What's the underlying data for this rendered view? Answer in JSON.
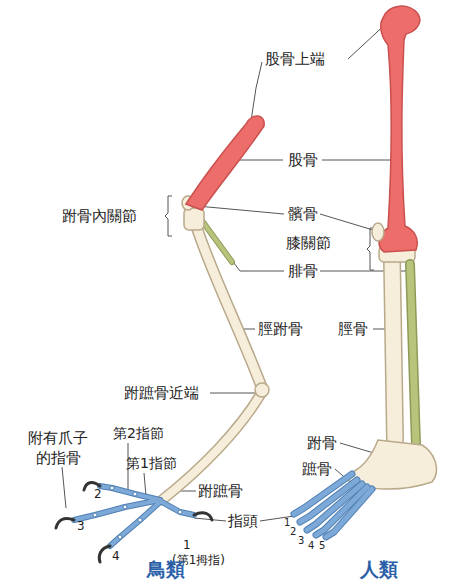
{
  "diagram": {
    "labels": [
      "股骨上端",
      "股骨",
      "跗骨內關節",
      "髕骨",
      "膝關節",
      "腓骨",
      "脛跗骨",
      "脛骨",
      "跗蹠骨近端",
      "附有爪子 的指骨",
      "第2指節",
      "第1指節",
      "跗骨",
      "蹠骨",
      "跗蹠骨",
      "指頭",
      "2",
      "3",
      "4",
      "1",
      "(第1拇指)",
      "1",
      "2",
      "3",
      "4",
      "5",
      "鳥類",
      "人類"
    ]
  }
}
